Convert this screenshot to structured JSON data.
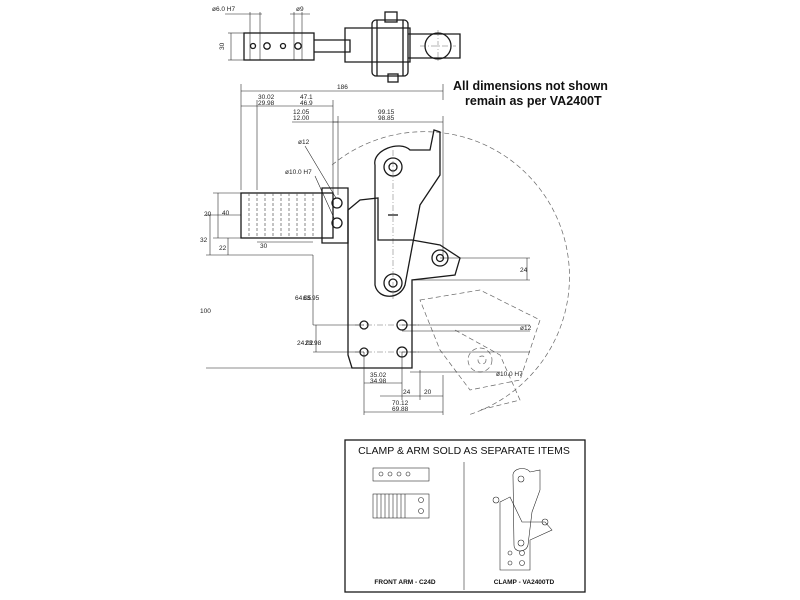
{
  "note": {
    "line1": "All dimensions not shown",
    "line2": "remain as per VA2400T"
  },
  "top_view": {
    "hole_dia_h7": "ø6.0 H7",
    "hole_dia_small": "ø9",
    "height": "30"
  },
  "main_view": {
    "overall_length": "186",
    "arm_len_a": "30.02",
    "arm_len_b": "29.98",
    "reach_a": "47.1",
    "reach_b": "46.9",
    "offset_a": "12.05",
    "offset_b": "12.00",
    "pivot_a": "99.15",
    "pivot_b": "98.85",
    "pivot_dia": "ø12",
    "pin_dia": "ø10.0 H7",
    "pad_h_inner": "20",
    "pad_h": "40",
    "drop": "32",
    "lower": "22",
    "pad_pitch": "30",
    "handle_offset": "24",
    "height_a": "64.05",
    "height_b": "63.95",
    "total_height": "100",
    "hole_pitch_a": "24.02",
    "hole_pitch_b": "23.98",
    "base_hole_dia": "ø12",
    "base_pin_dia": "ø10.0 H7",
    "width_a": "35.02",
    "width_b": "34.98",
    "base_gap_1": "24",
    "base_gap_2": "20",
    "base_width_a": "70.12",
    "base_width_b": "69.88"
  },
  "inset": {
    "title": "CLAMP & ARM SOLD AS SEPARATE ITEMS",
    "left_caption": "FRONT ARM - C24D",
    "right_caption": "CLAMP - VA2400TD"
  }
}
